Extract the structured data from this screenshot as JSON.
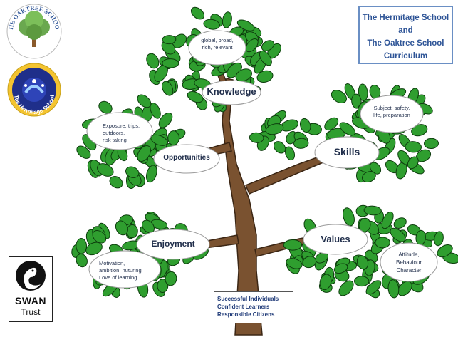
{
  "title": {
    "line1": "The Hermitage School",
    "line2": "and",
    "line3": "The Oaktree School",
    "line4": "Curriculum"
  },
  "branches": {
    "knowledge": {
      "label": "Knowledge",
      "desc": [
        "global, broad,",
        "rich, relevant"
      ]
    },
    "opportunities": {
      "label": "Opportunities",
      "desc": [
        "Exposure, trips,",
        "outdoors,",
        "risk taking"
      ]
    },
    "skills": {
      "label": "Skills",
      "desc": [
        "Subject, safety,",
        "life, preparation"
      ]
    },
    "enjoyment": {
      "label": "Enjoyment",
      "desc": [
        "Motivation,",
        "ambition, nuturing",
        "Love of learning"
      ]
    },
    "values": {
      "label": "Values",
      "desc": [
        "Attitude,",
        "Behaviour",
        "Character"
      ]
    }
  },
  "outcomes": [
    "Successful Individuals",
    "Confident Learners",
    "Responsible Citizens"
  ],
  "logos": {
    "oaktree": "THE OAKTREE SCHOOL",
    "hermitage": "The Hermitage School",
    "swan_line1": "SWAN",
    "swan_line2": "Trust"
  },
  "colors": {
    "leaf": "#2f9e2f",
    "leaf_dark": "#1e6b1e",
    "trunk": "#7a5230",
    "text": "#1f2d4a",
    "title": "#2f5597"
  }
}
